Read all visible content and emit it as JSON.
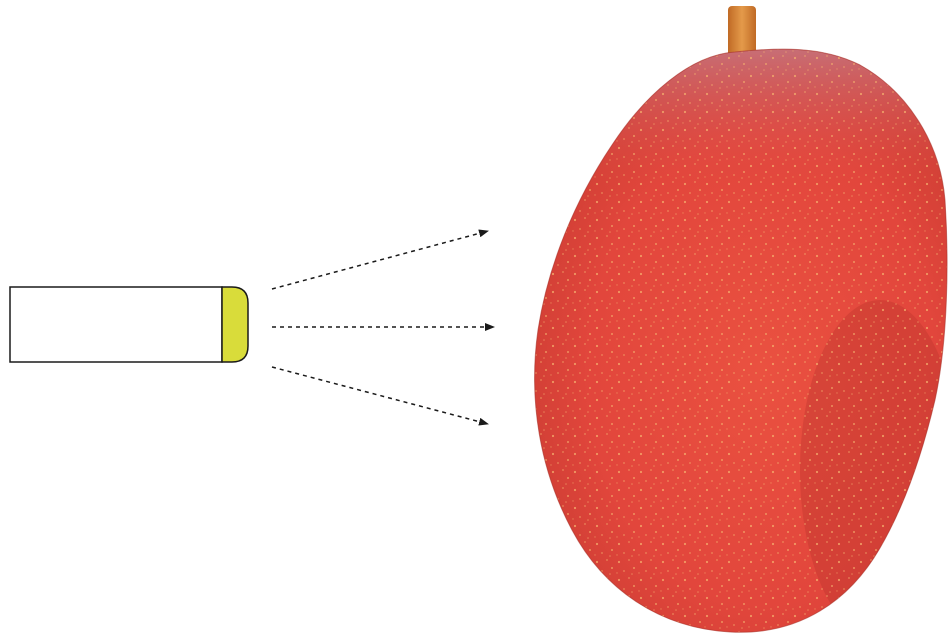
{
  "colors": {
    "background": "#ffffff",
    "device_body": "#ffffff",
    "device_outline": "#1a1a1a",
    "lens": "#d9dc3a",
    "beam": "#1a1a1a",
    "fruit_top": "#c9707a",
    "fruit_main": "#e5473e",
    "fruit_dark": "#c23a2c",
    "fruit_speckle": "#f3b06a",
    "stem": "#d98a3a"
  },
  "diagram": {
    "source": "light-source-device",
    "beams": [
      {
        "direction": "upward"
      },
      {
        "direction": "straight"
      },
      {
        "direction": "downward"
      }
    ],
    "target": "mango-fruit"
  }
}
